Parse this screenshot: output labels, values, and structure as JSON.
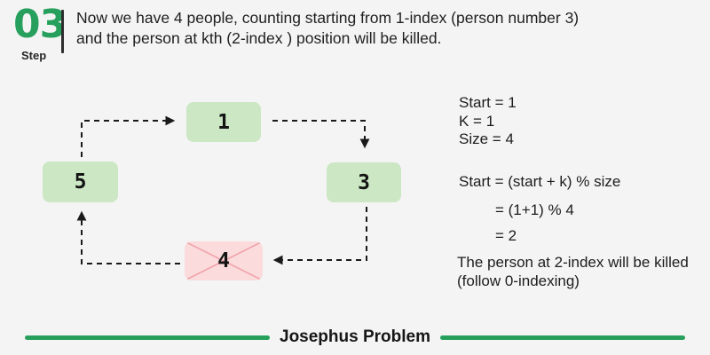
{
  "colors": {
    "background": "#f4f4f4",
    "accent_green": "#27a05e",
    "node_green": "#cbe7c4",
    "node_pink": "#fbdbdb",
    "pink_cross": "#f0a2aa",
    "arrow_color": "#1a1a1a",
    "text_dark": "#1d1d1d"
  },
  "header": {
    "step_number": "03",
    "step_label": "Step",
    "description_line1": "Now we have 4 people, counting starting from 1-index (person number 3)",
    "description_line2": "and the person at kth (2-index ) position will be killed."
  },
  "diagram": {
    "nodes": [
      {
        "id": "node-1",
        "label": "1",
        "state": "alive"
      },
      {
        "id": "node-3",
        "label": "3",
        "state": "alive"
      },
      {
        "id": "node-4",
        "label": "4",
        "state": "killed"
      },
      {
        "id": "node-5",
        "label": "5",
        "state": "alive"
      }
    ]
  },
  "calc": {
    "vars": [
      "Start = 1",
      "K = 1",
      "Size = 4"
    ],
    "formula": "Start = (start + k) % size",
    "steps": [
      "= (1+1) % 4",
      "= 2"
    ],
    "conclusion": "The person at 2-index will be killed (follow 0-indexing)"
  },
  "footer": {
    "title": "Josephus Problem"
  }
}
